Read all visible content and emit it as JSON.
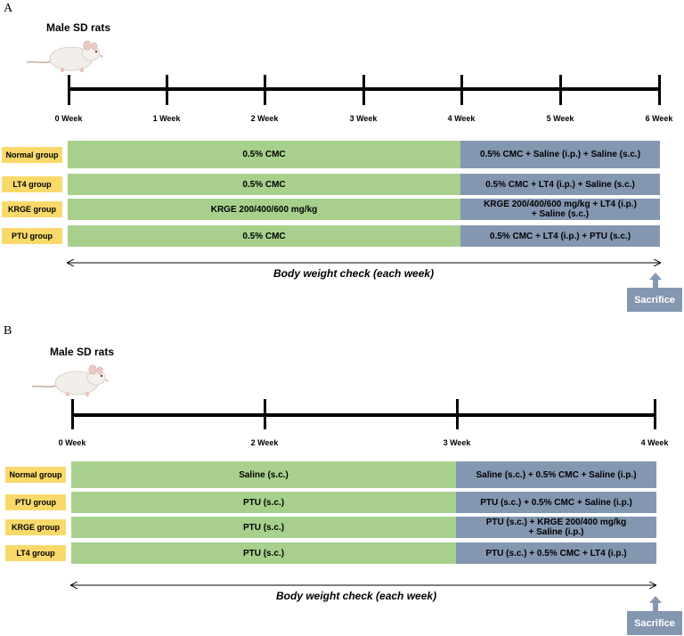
{
  "colors": {
    "green": "#a8d08d",
    "blue": "#8497b0",
    "yellow": "#f9d96a",
    "arrow": "#8497b0"
  },
  "panelA": {
    "letter": "A",
    "subject": "Male SD rats",
    "ticks": [
      "0 Week",
      "1 Week",
      "2 Week",
      "3 Week",
      "4 Week",
      "5 Week",
      "6 Week"
    ],
    "groups": [
      {
        "label": "Normal group",
        "phase1": "0.5% CMC",
        "phase2": "0.5% CMC + Saline (i.p.) + Saline (s.c.)"
      },
      {
        "label": "LT4 group",
        "phase1": "0.5% CMC",
        "phase2": "0.5% CMC + LT4 (i.p.) + Saline (s.c.)"
      },
      {
        "label": "KRGE group",
        "phase1": "KRGE 200/400/600 mg/kg",
        "phase2_line1": "KRGE 200/400/600 mg/kg + LT4 (i.p.)",
        "phase2_line2": "+ Saline (s.c.)"
      },
      {
        "label": "PTU group",
        "phase1": "0.5% CMC",
        "phase2": "0.5% CMC + LT4 (i.p.) + PTU (s.c.)"
      }
    ],
    "check": "Body weight check (each week)",
    "sacrifice": "Sacrifice"
  },
  "panelB": {
    "letter": "B",
    "subject": "Male SD rats",
    "ticks": [
      "0 Week",
      "2 Week",
      "3 Week",
      "4 Week"
    ],
    "groups": [
      {
        "label": "Normal group",
        "phase1": "Saline (s.c.)",
        "phase2": "Saline (s.c.) + 0.5% CMC + Saline (i.p.)"
      },
      {
        "label": "PTU group",
        "phase1": "PTU (s.c.)",
        "phase2": "PTU (s.c.) + 0.5% CMC + Saline (i.p.)"
      },
      {
        "label": "KRGE group",
        "phase1": "PTU (s.c.)",
        "phase2_line1": "PTU (s.c.) + KRGE 200/400 mg/kg",
        "phase2_line2": "+ Saline (i.p.)"
      },
      {
        "label": "LT4 group",
        "phase1": "PTU (s.c.)",
        "phase2": "PTU (s.c.) + 0.5% CMC + LT4 (i.p.)"
      }
    ],
    "check": "Body weight check (each week)",
    "sacrifice": "Sacrifice"
  }
}
